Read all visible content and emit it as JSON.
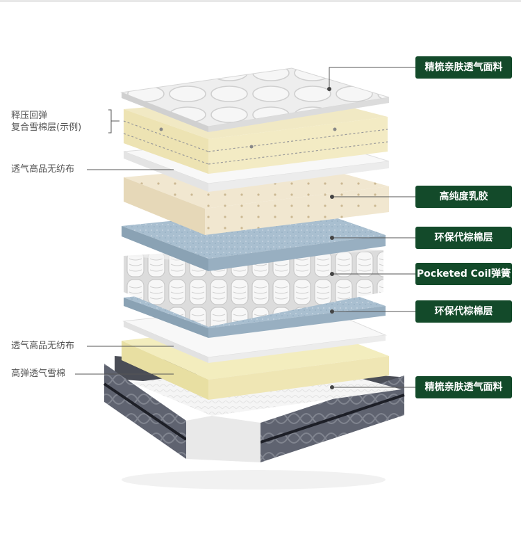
{
  "colors": {
    "tag_bg": "#134a2a",
    "tag_text": "#ffffff",
    "leader_line": "#555555",
    "left_text": "#555555"
  },
  "right_labels": [
    "精梳亲肤透气面料",
    "高纯度乳胶",
    "环保代棕棉层",
    "Pocketed Coil弹簧",
    "环保代棕棉层",
    "精梳亲肤透气面料"
  ],
  "left_labels": {
    "memory_foam_line1": "释压回弹",
    "memory_foam_line2": "复合雪棉层(示例)",
    "nonwoven_upper": "透气高品无纺布",
    "nonwoven_lower": "透气高品无纺布",
    "high_elastic_foam": "高弹透气雪棉"
  }
}
